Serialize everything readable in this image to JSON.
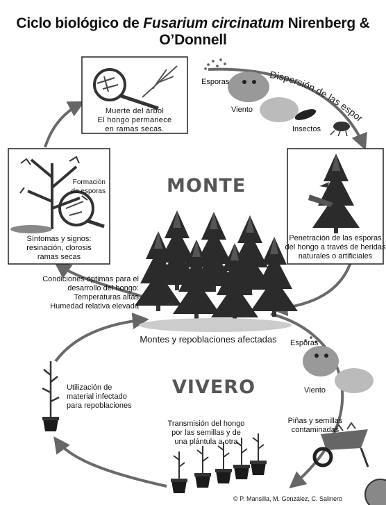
{
  "title": {
    "prefix": "Ciclo biológico de ",
    "species": "Fusarium circinatum",
    "authors": " Nirenberg & O’Donnell"
  },
  "sections": {
    "monte": "MONTE",
    "vivero": "VIVERO"
  },
  "labels": {
    "esporas_top": "Esporas",
    "viento_top": "Viento",
    "dispersion": "Dispersión de las esporas",
    "insectos": "Insectos",
    "muerte_1": "Muerte del árbol",
    "muerte_2": "El hongo permanece",
    "muerte_3": "en ramas secas.",
    "formacion_1": "Formación",
    "formacion_2": "de esporas",
    "sintomas_1": "Síntomas y signos:",
    "sintomas_2": "resinación, clorosis",
    "sintomas_3": "ramas secas",
    "penetracion_1": "Penetración de las esporas",
    "penetracion_2": "del hongo a través de heridas",
    "penetracion_3": "naturales o artificiales",
    "condiciones_1": "Condiciones óptimas para el",
    "condiciones_2": "desarrollo del hongo:",
    "condiciones_3": "Temperaturas altas",
    "condiciones_4": "Humedad relativa elevada",
    "montes": "Montes y repoblaciones afectadas",
    "esporas_bottom": "Esporas",
    "viento_bottom": "Viento",
    "utilizacion_1": "Utilización de",
    "utilizacion_2": "material infectado",
    "utilizacion_3": "para repoblaciones",
    "pinas_1": "Piñas y semillas",
    "pinas_2": "contaminadas",
    "transmision_1": "Transmisión del hongo",
    "transmision_2": "por las semillas y de",
    "transmision_3": "una plántula a otra",
    "credit": "© P. Mansilla, M. González, C. Salinero"
  }
}
